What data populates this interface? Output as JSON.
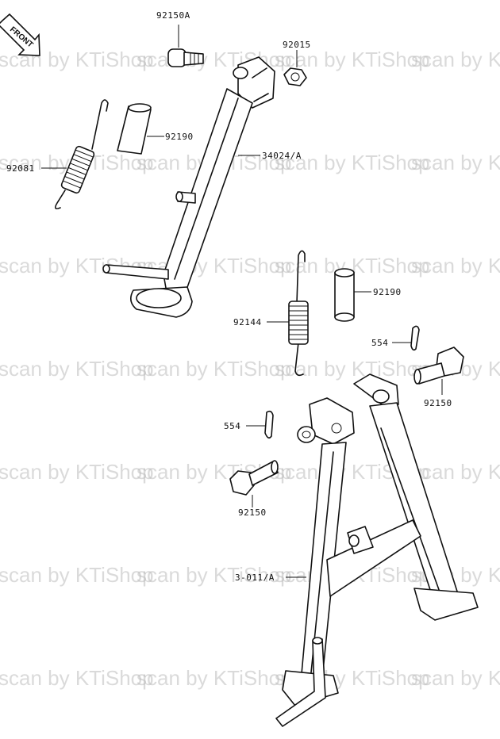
{
  "direction_marker": {
    "label": "FRONT"
  },
  "watermark": {
    "text": "scan by KTiShop"
  },
  "part_labels": {
    "p92150a": "92150A",
    "p92015": "92015",
    "p92190_top": "92190",
    "p92081": "92081",
    "p34024": "34024/A",
    "p92190_mid": "92190",
    "p92144": "92144",
    "p554_right": "554",
    "p92150_right": "92150",
    "p554_left": "554",
    "p92150_left": "92150",
    "p3011": "3-011/A"
  }
}
